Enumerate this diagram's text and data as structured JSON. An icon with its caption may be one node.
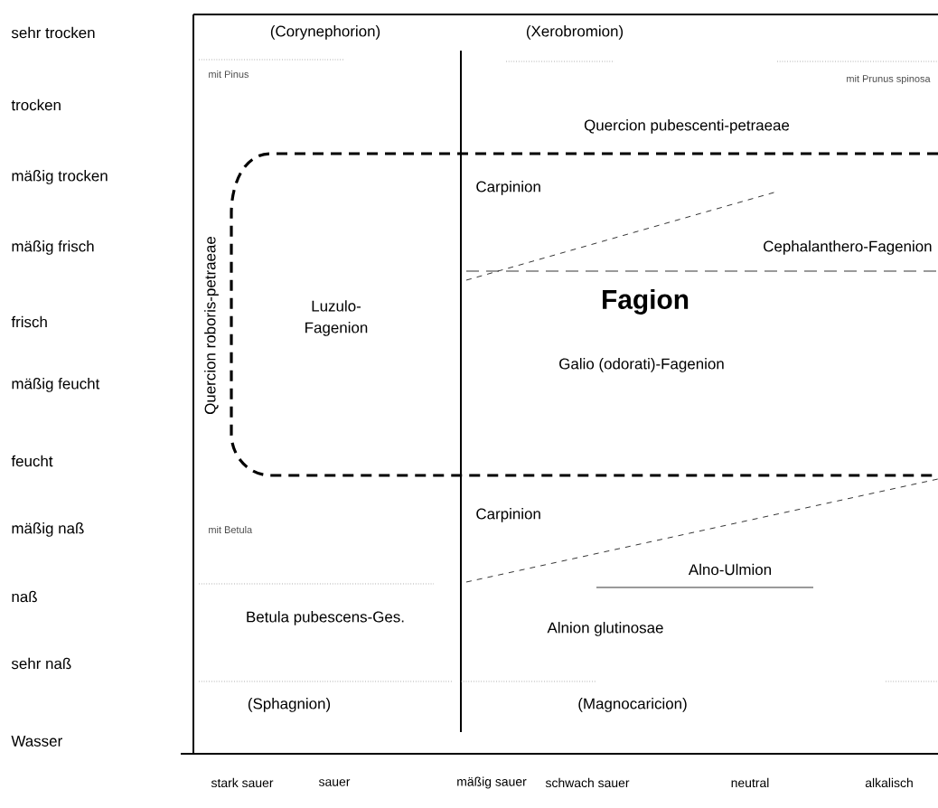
{
  "diagram": {
    "labels": [
      "sehr trocken",
      "(Corynephorion)",
      "(Xerobromion)",
      "trocken",
      "mit Pinus",
      "mit Prunus spinosa",
      "Quercion pubescenti-petraeae",
      "mäßig trocken",
      "Carpinion",
      "mäßig frisch",
      "Cephalanthero-Fagenion",
      "Fagion",
      "frisch",
      "Luzulo-Fagenion",
      "Quercion roboris-petraeae",
      "mäßig feucht",
      "Galio (odorati)-Fagenion",
      "feucht",
      "mäßig naß",
      "mit Betula",
      "Carpinion",
      "Alno-Ulmion",
      "naß",
      "Betula pubescens-Ges.",
      "Alnion glutinosae",
      "sehr naß",
      "(Sphagnion)",
      "(Magnocaricion)",
      "Wasser",
      "stark sauer",
      "sauer",
      "mäßig sauer",
      "schwach sauer",
      "neutral",
      "alkalisch"
    ]
  }
}
